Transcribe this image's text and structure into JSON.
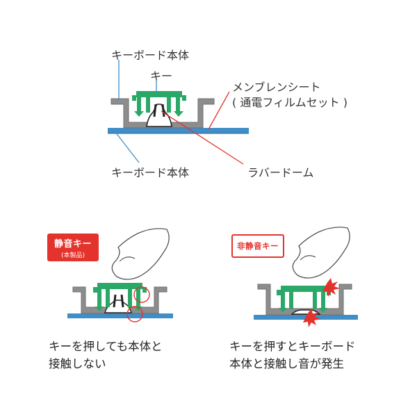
{
  "top": {
    "label_body_top": "キーボード本体",
    "label_key": "キー",
    "label_membrane_1": "メンブレンシート",
    "label_membrane_2": "( 通電フィルムセット )",
    "label_body_bottom": "キーボード本体",
    "label_rubber_dome": "ラバードーム"
  },
  "left": {
    "badge_title": "静音キー",
    "badge_sub": "(本製品)",
    "caption_line1": "キーを押しても本体と",
    "caption_line2": "接触しない"
  },
  "right": {
    "badge_title": "非静音キー",
    "caption_line1": "キーを押すとキーボード",
    "caption_line2": "本体と接触し音が発生"
  },
  "colors": {
    "key": "#2aa868",
    "frame": "#8d8d8d",
    "film": "#3f8ec8",
    "accent": "#e4322c",
    "leader_blue": "#3f8ec8",
    "leader_red": "#e4322c"
  }
}
